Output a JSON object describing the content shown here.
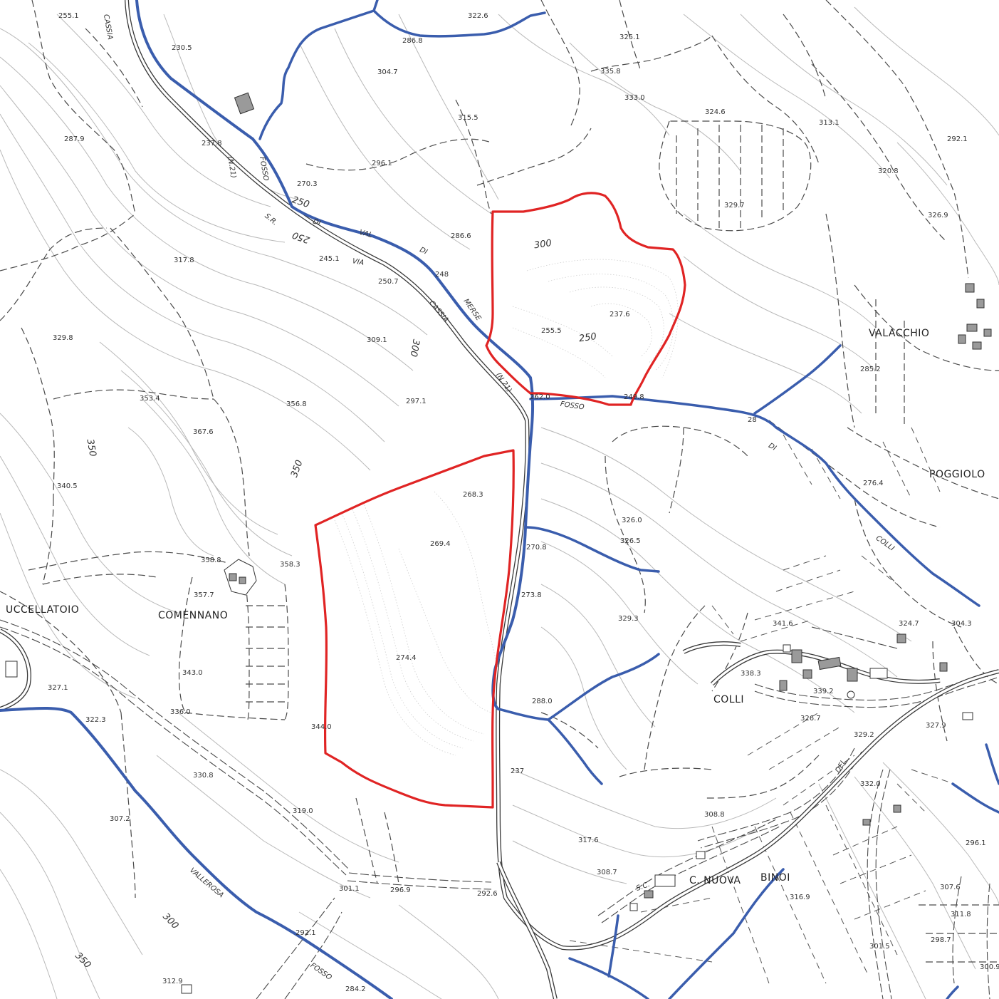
{
  "colors": {
    "stream": "#3a5dad",
    "parcel": "#e02424",
    "contour": "#b9b9b9",
    "track": "#4a4a4a",
    "road": "#3a3a3a",
    "background": "#ffffff"
  },
  "places": {
    "valacchio": "VALACCHIO",
    "poggiolo": "POGGIOLO",
    "uccellatoio": "UCCELLATOIO",
    "comennano": "COMENNANO",
    "colli": "COLLI",
    "c_nuova": "C. NUOVA",
    "binoi": "BINOI"
  },
  "roads": {
    "cassia_top": "CASSIA",
    "n21_a": "(N.21)",
    "sr": "S.R.",
    "n250": "250",
    "via": "VIA",
    "cassia_mid": "CASSIA",
    "n21_b": "(N.21)",
    "sc": "S.C.",
    "del": "DEL"
  },
  "streams": {
    "fosso_1": "FOSSO",
    "di_1": "DI",
    "val": "VAL",
    "di_2": "DI",
    "merse": "MERSE",
    "fosso_2": "FOSSO",
    "di_3": "DI",
    "colli": "COLLI",
    "vallerosa": "VALLEROSA",
    "fosso_3": "FOSSO"
  },
  "contour_labels": {
    "c250_a": "250",
    "c300_a": "300",
    "c250_b": "250",
    "c300_b": "300",
    "c350_a": "350",
    "c350_b": "350",
    "c300_c": "300",
    "c350_c": "350"
  },
  "spot_heights": {
    "h01": "255.1",
    "h02": "230.5",
    "h03": "322.6",
    "h04": "286.8",
    "h05": "325.1",
    "h06": "304.7",
    "h07": "335.8",
    "h08": "333.0",
    "h09": "315.5",
    "h10": "324.6",
    "h11": "313.1",
    "h12": "292.1",
    "h13": "287.9",
    "h14": "237.8",
    "h15": "296.1",
    "h16": "270.3",
    "h17": "320.8",
    "h18": "329.7",
    "h19": "326.9",
    "h20": "286.6",
    "h21": "317.8",
    "h22": "245.1",
    "h23": "250.7",
    "h24": "248",
    "h25": "237.6",
    "h26": "255.5",
    "h27": "329.8",
    "h28": "309.1",
    "h29": "285.2",
    "h30": "353.4",
    "h31": "356.8",
    "h32": "297.1",
    "h33": "262.0",
    "h34": "249.8",
    "h35": "367.6",
    "h36": "340.5",
    "h37": "268.3",
    "h38": "276.4",
    "h39": "326.0",
    "h40": "269.4",
    "h41": "326.5",
    "h42": "270.8",
    "h43": "358.8",
    "h44": "358.3",
    "h45": "357.7",
    "h46": "273.8",
    "h47": "329.3",
    "h48": "341.6",
    "h49": "324.7",
    "h50": "304.3",
    "h51": "274.4",
    "h52": "343.0",
    "h53": "338.3",
    "h54": "339.2",
    "h55": "327.1",
    "h56": "322.3",
    "h57": "336.0",
    "h58": "288.0",
    "h59": "344.0",
    "h60": "326.7",
    "h61": "329.2",
    "h62": "327.9",
    "h63": "330.8",
    "h64": "237",
    "h65": "332.0",
    "h66": "319.0",
    "h67": "308.8",
    "h68": "307.2",
    "h69": "317.6",
    "h70": "296.1",
    "h71": "308.7",
    "h72": "301.1",
    "h73": "296.9",
    "h74": "292.6",
    "h75": "316.9",
    "h76": "307.6",
    "h77": "292.1",
    "h78": "311.8",
    "h79": "301.5",
    "h80": "298.7",
    "h81": "312.9",
    "h82": "284.2",
    "h83": "300.9",
    "h84": "28"
  }
}
